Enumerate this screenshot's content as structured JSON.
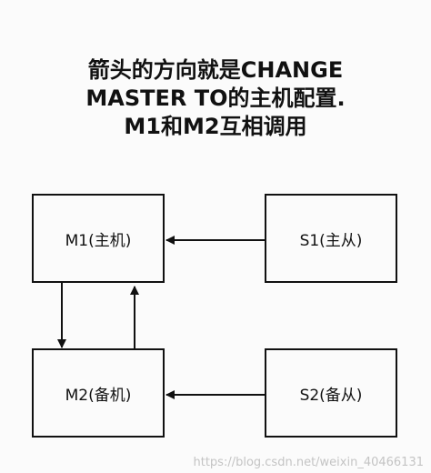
{
  "title": {
    "lines": [
      "箭头的方向就是CHANGE",
      "MASTER TO的主机配置.",
      "M1和M2互相调用"
    ]
  },
  "nodes": {
    "m1": "M1(主机)",
    "s1": "S1(主从)",
    "m2": "M2(备机)",
    "s2": "S2(备从)"
  },
  "edges": [
    {
      "from": "s1",
      "to": "m1"
    },
    {
      "from": "m1",
      "to": "m2"
    },
    {
      "from": "m2",
      "to": "m1"
    },
    {
      "from": "s2",
      "to": "m2"
    }
  ],
  "watermark": "https://blog.csdn.net/weixin_40466131"
}
